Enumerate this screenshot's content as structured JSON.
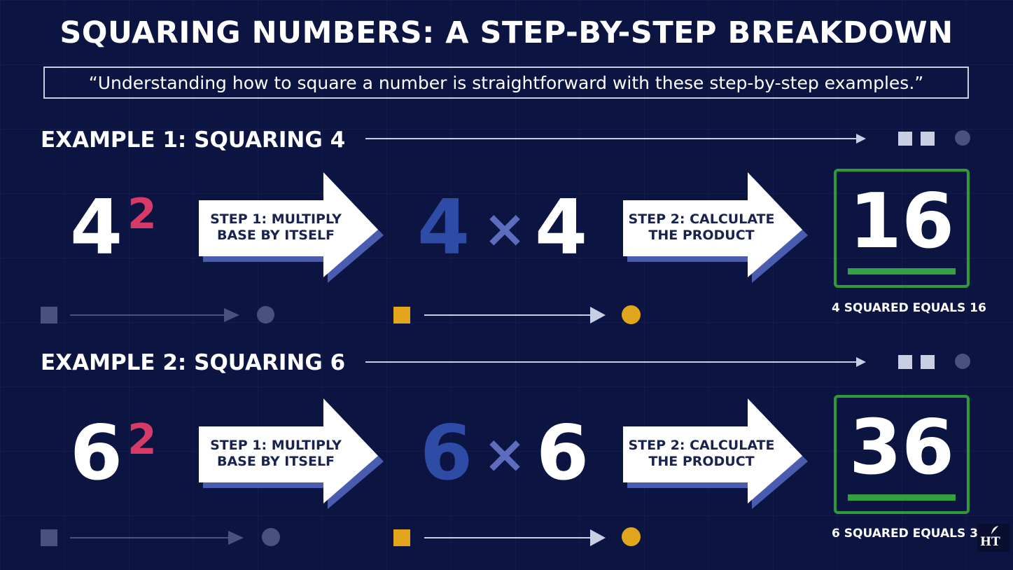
{
  "title": "SQUARING NUMBERS: A STEP-BY-STEP BREAKDOWN",
  "quote": "“Understanding how to square a number is straightforward with these step-by-step examples.”",
  "examples": [
    {
      "heading": "EXAMPLE 1: SQUARING 4",
      "base": "4",
      "exponent": "2",
      "step1": [
        "STEP 1: MULTIPLY",
        "BASE BY ITSELF"
      ],
      "mult_left": "4",
      "times": "×",
      "mult_right": "4",
      "step2": [
        "STEP 2: CALCULATE",
        "THE PRODUCT"
      ],
      "result": "16",
      "caption": "4 SQUARED EQUALS 16"
    },
    {
      "heading": "EXAMPLE 2: SQUARING 6",
      "base": "6",
      "exponent": "2",
      "step1": [
        "STEP 1: MULTIPLY",
        "BASE BY ITSELF"
      ],
      "mult_left": "6",
      "times": "×",
      "mult_right": "6",
      "step2": [
        "STEP 2: CALCULATE",
        "THE PRODUCT"
      ],
      "result": "36",
      "caption": "6 SQUARED EQUALS 36"
    }
  ],
  "logo": {
    "text": "HT",
    "icon": "feather-pen-icon"
  },
  "colors": {
    "background": "#0c1442",
    "exponent": "#d63a66",
    "result_border": "#2f9a3a",
    "arrow_fill": "#ffffff",
    "arrow_shadow": "#4a5cb0",
    "accent_yellow": "#e2a61d",
    "muted_marker": "#4a5080"
  }
}
